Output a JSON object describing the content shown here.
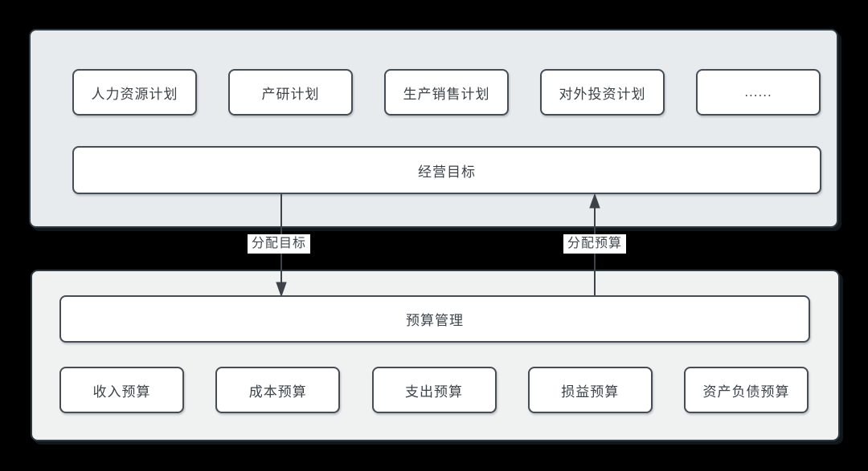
{
  "diagram": {
    "title": "budget-management-flow",
    "top_panel": {
      "plan_boxes": [
        {
          "label": "人力资源计划"
        },
        {
          "label": "产研计划"
        },
        {
          "label": "生产销售计划"
        },
        {
          "label": "对外投资计划"
        },
        {
          "label": "......"
        }
      ],
      "goal_box": {
        "label": "经营目标"
      }
    },
    "connectors": [
      {
        "label": "分配目标",
        "direction": "down",
        "from": "经营目标",
        "to": "预算管理"
      },
      {
        "label": "分配预算",
        "direction": "up",
        "from": "预算管理",
        "to": "经营目标"
      }
    ],
    "bottom_panel": {
      "management_box": {
        "label": "预算管理"
      },
      "budget_boxes": [
        {
          "label": "收入预算"
        },
        {
          "label": "成本预算"
        },
        {
          "label": "支出预算"
        },
        {
          "label": "损益预算"
        },
        {
          "label": "资产负债预算"
        }
      ]
    },
    "colors": {
      "canvas_background": "#000000",
      "top_panel_background": "#e8ebee",
      "bottom_panel_background": "#f0f1f1",
      "panel_border": "#2d3943",
      "node_background": "#ffffff",
      "node_border": "#454e57",
      "text": "#3b4248",
      "arrow": "#3d4349",
      "edge_label_background": "#ffffff"
    }
  }
}
